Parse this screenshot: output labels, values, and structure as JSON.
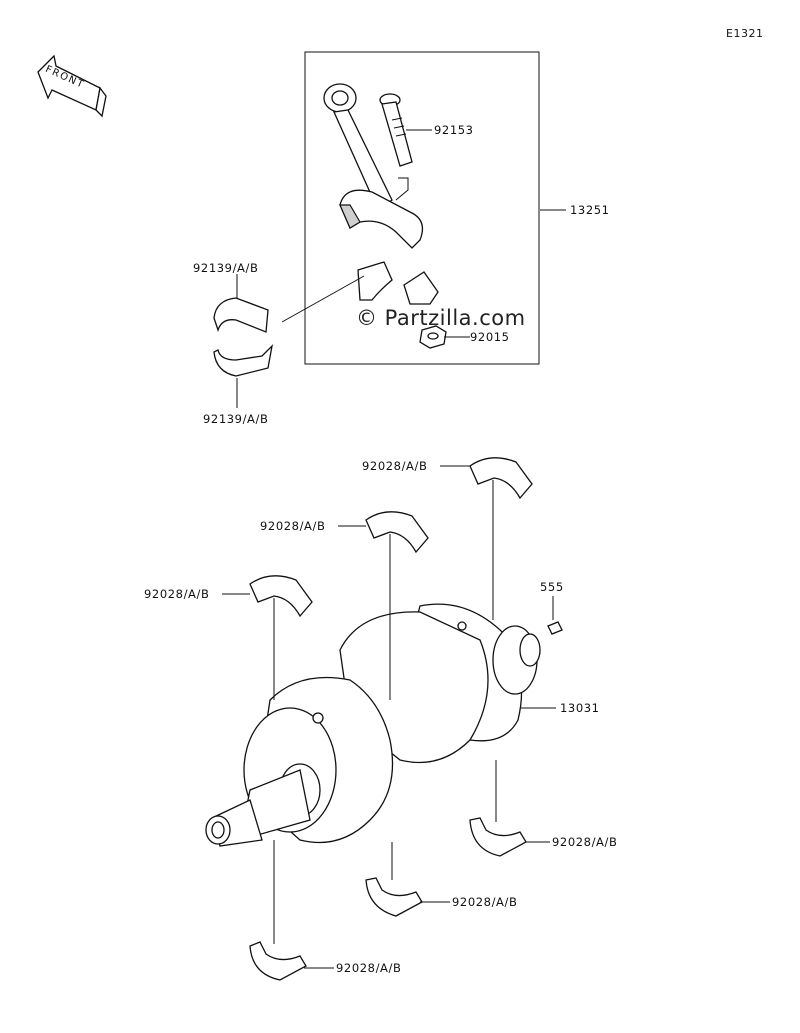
{
  "diagram_id": "E1321",
  "front_label": "FRONT",
  "watermark": "© Partzilla.com",
  "labels": {
    "bolt": "92153",
    "conrod_assy": "13251",
    "nut": "92015",
    "conrod_bearing_upper": "92139/A/B",
    "conrod_bearing_lower": "92139/A/B",
    "main_bearing_1": "92028/A/B",
    "main_bearing_2": "92028/A/B",
    "main_bearing_3": "92028/A/B",
    "pin": "555",
    "crankshaft": "13031",
    "main_bearing_4": "92028/A/B",
    "main_bearing_5": "92028/A/B",
    "main_bearing_6": "92028/A/B"
  }
}
